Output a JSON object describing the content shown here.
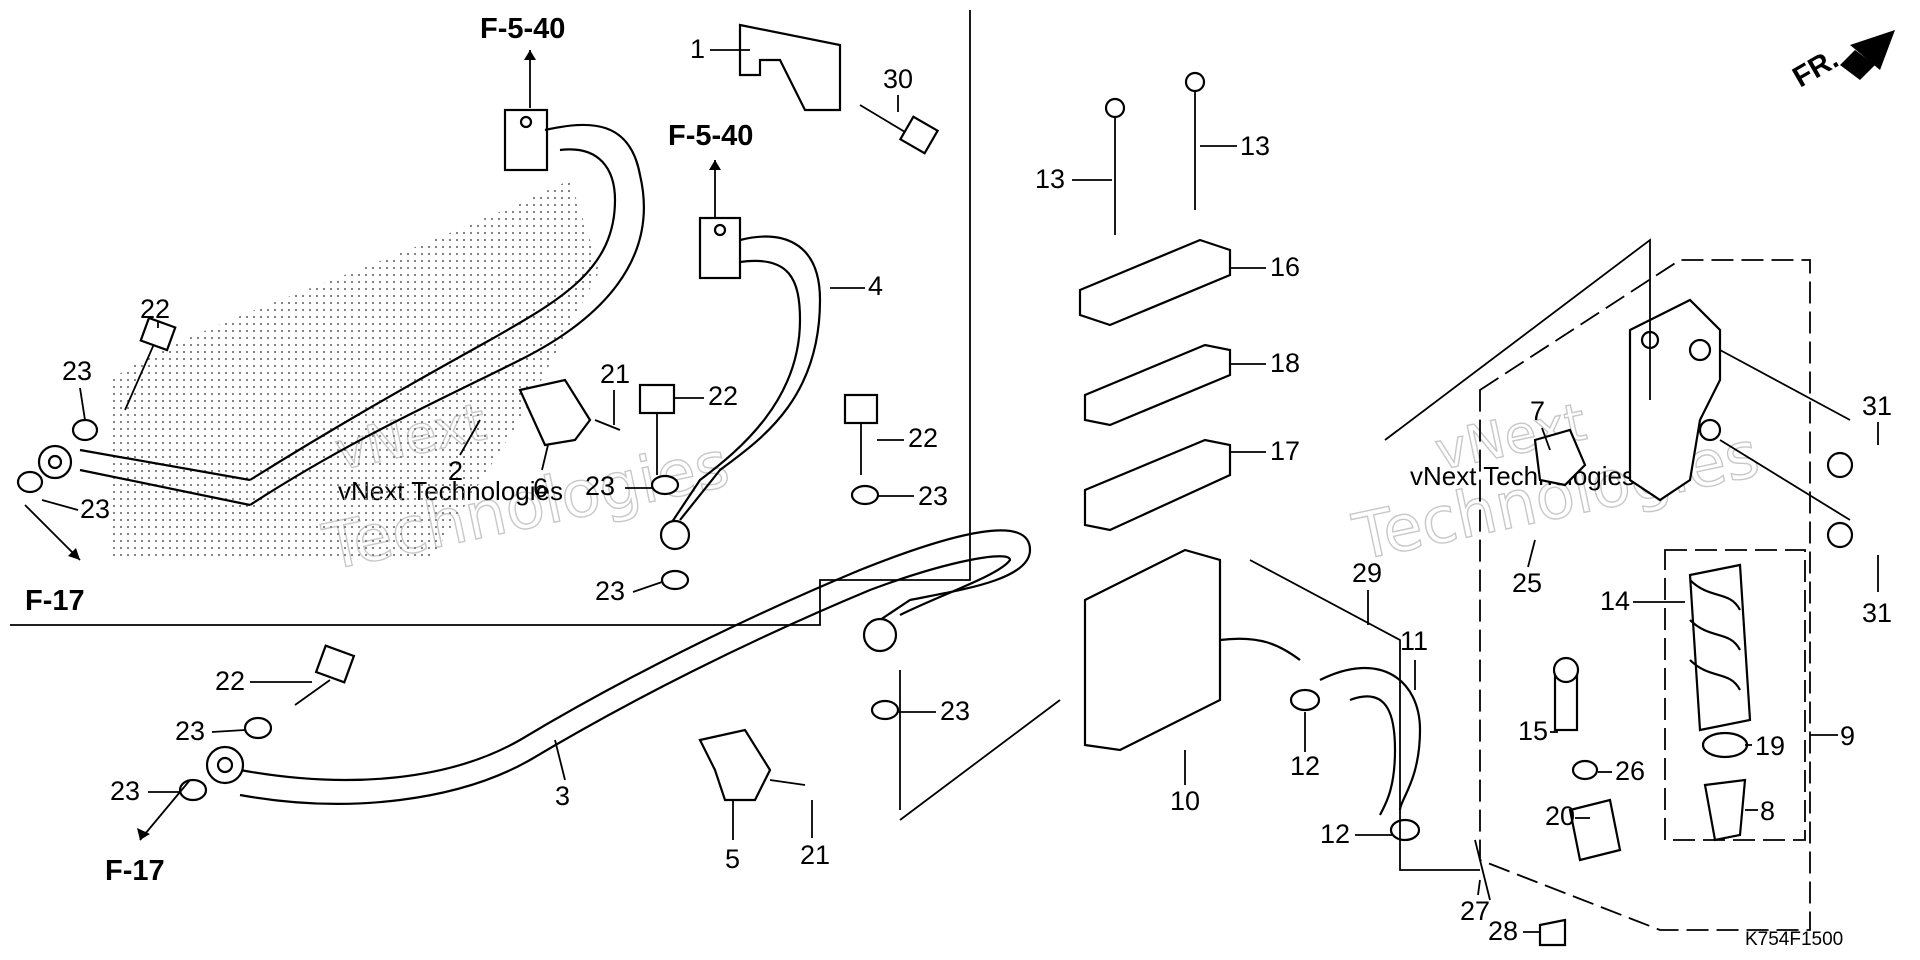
{
  "diagram": {
    "direction_label": "FR.",
    "diagram_code": "K754F1500",
    "watermark": {
      "line1": "vNext",
      "line2": "Technologies",
      "inline": "vNext Technologies"
    },
    "ref_labels": [
      "F-5-40",
      "F-5-40",
      "F-17",
      "F-17"
    ],
    "callouts": [
      "1",
      "2",
      "3",
      "4",
      "5",
      "6",
      "7",
      "8",
      "9",
      "10",
      "11",
      "12",
      "12",
      "13",
      "13",
      "14",
      "15",
      "16",
      "17",
      "18",
      "19",
      "20",
      "21",
      "21",
      "22",
      "22",
      "22",
      "22",
      "23",
      "23",
      "23",
      "23",
      "23",
      "23",
      "23",
      "23",
      "25",
      "26",
      "27",
      "28",
      "29",
      "30",
      "31",
      "31"
    ]
  }
}
